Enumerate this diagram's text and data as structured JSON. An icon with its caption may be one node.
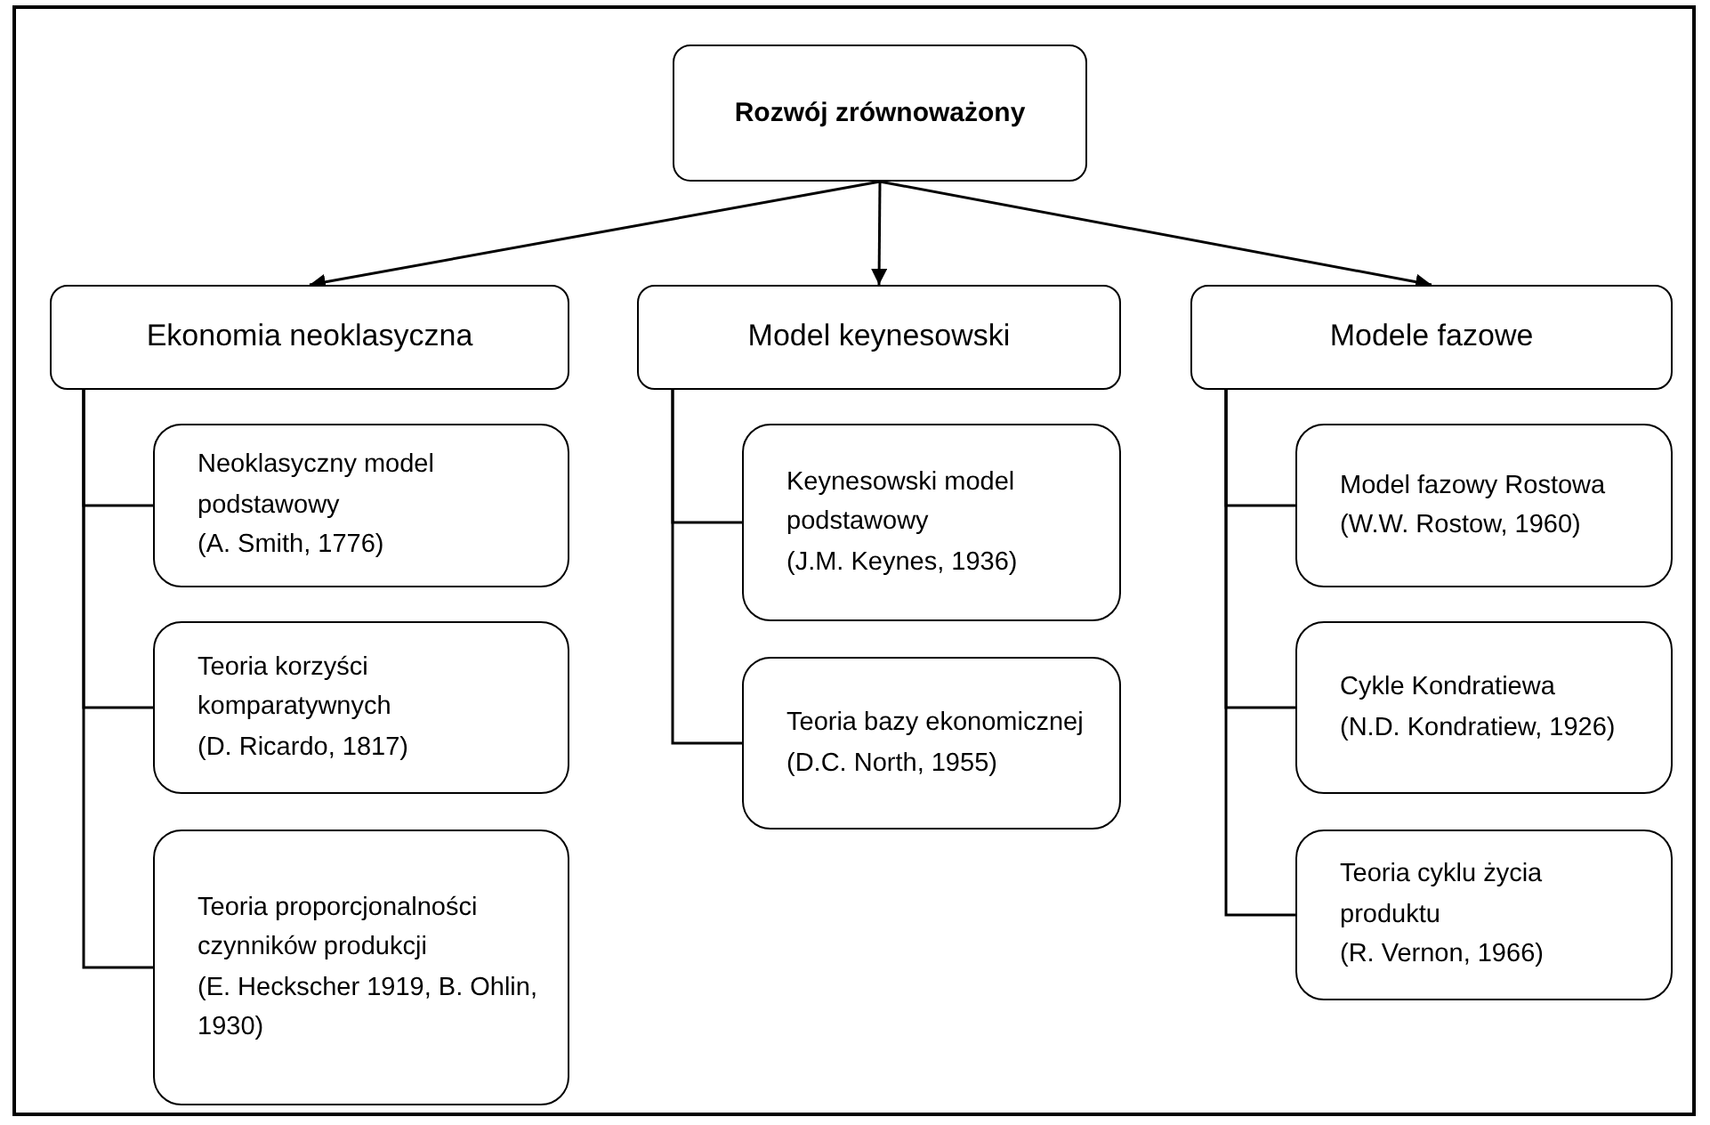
{
  "diagram": {
    "nodes": [
      {
        "text": [
          "Rozwój zrównoważony"
        ]
      },
      {
        "text": [
          "Ekonomia neoklasyczna"
        ]
      },
      {
        "text": [
          "Model keynesowski"
        ]
      },
      {
        "text": [
          "Modele fazowe"
        ]
      },
      {
        "text": [
          "Neoklasyczny model podstawowy",
          "(A. Smith, 1776)"
        ]
      },
      {
        "text": [
          "Teoria korzyści komparatywnych",
          "(D. Ricardo, 1817)"
        ]
      },
      {
        "text": [
          "Teoria proporcjonalności czynników produkcji",
          "(E. Heckscher 1919, B. Ohlin, 1930)"
        ]
      },
      {
        "text": [
          "Keynesowski model podstawowy",
          "(J.M. Keynes, 1936)"
        ]
      },
      {
        "text": [
          "Teoria bazy ekonomicznej",
          "(D.C. North, 1955)"
        ]
      },
      {
        "text": [
          "Model fazowy Rostowa",
          "(W.W. Rostow, 1960)"
        ]
      },
      {
        "text": [
          "Cykle Kondratiewa",
          "(N.D. Kondratiew, 1926)"
        ]
      },
      {
        "text": [
          "Teoria cyklu życia produktu",
          "(R. Vernon, 1966)"
        ]
      }
    ],
    "edges": [
      {
        "from": 0,
        "to": 1,
        "arrow": "to"
      },
      {
        "from": 0,
        "to": 2,
        "arrow": "to"
      },
      {
        "from": 0,
        "to": 3,
        "arrow": "to"
      },
      {
        "from": 1,
        "to": 4,
        "arrow": "none"
      },
      {
        "from": 1,
        "to": 5,
        "arrow": "none"
      },
      {
        "from": 1,
        "to": 6,
        "arrow": "none"
      },
      {
        "from": 2,
        "to": 7,
        "arrow": "none"
      },
      {
        "from": 2,
        "to": 8,
        "arrow": "none"
      },
      {
        "from": 3,
        "to": 9,
        "arrow": "none"
      },
      {
        "from": 3,
        "to": 10,
        "arrow": "none"
      },
      {
        "from": 3,
        "to": 11,
        "arrow": "none"
      }
    ]
  }
}
